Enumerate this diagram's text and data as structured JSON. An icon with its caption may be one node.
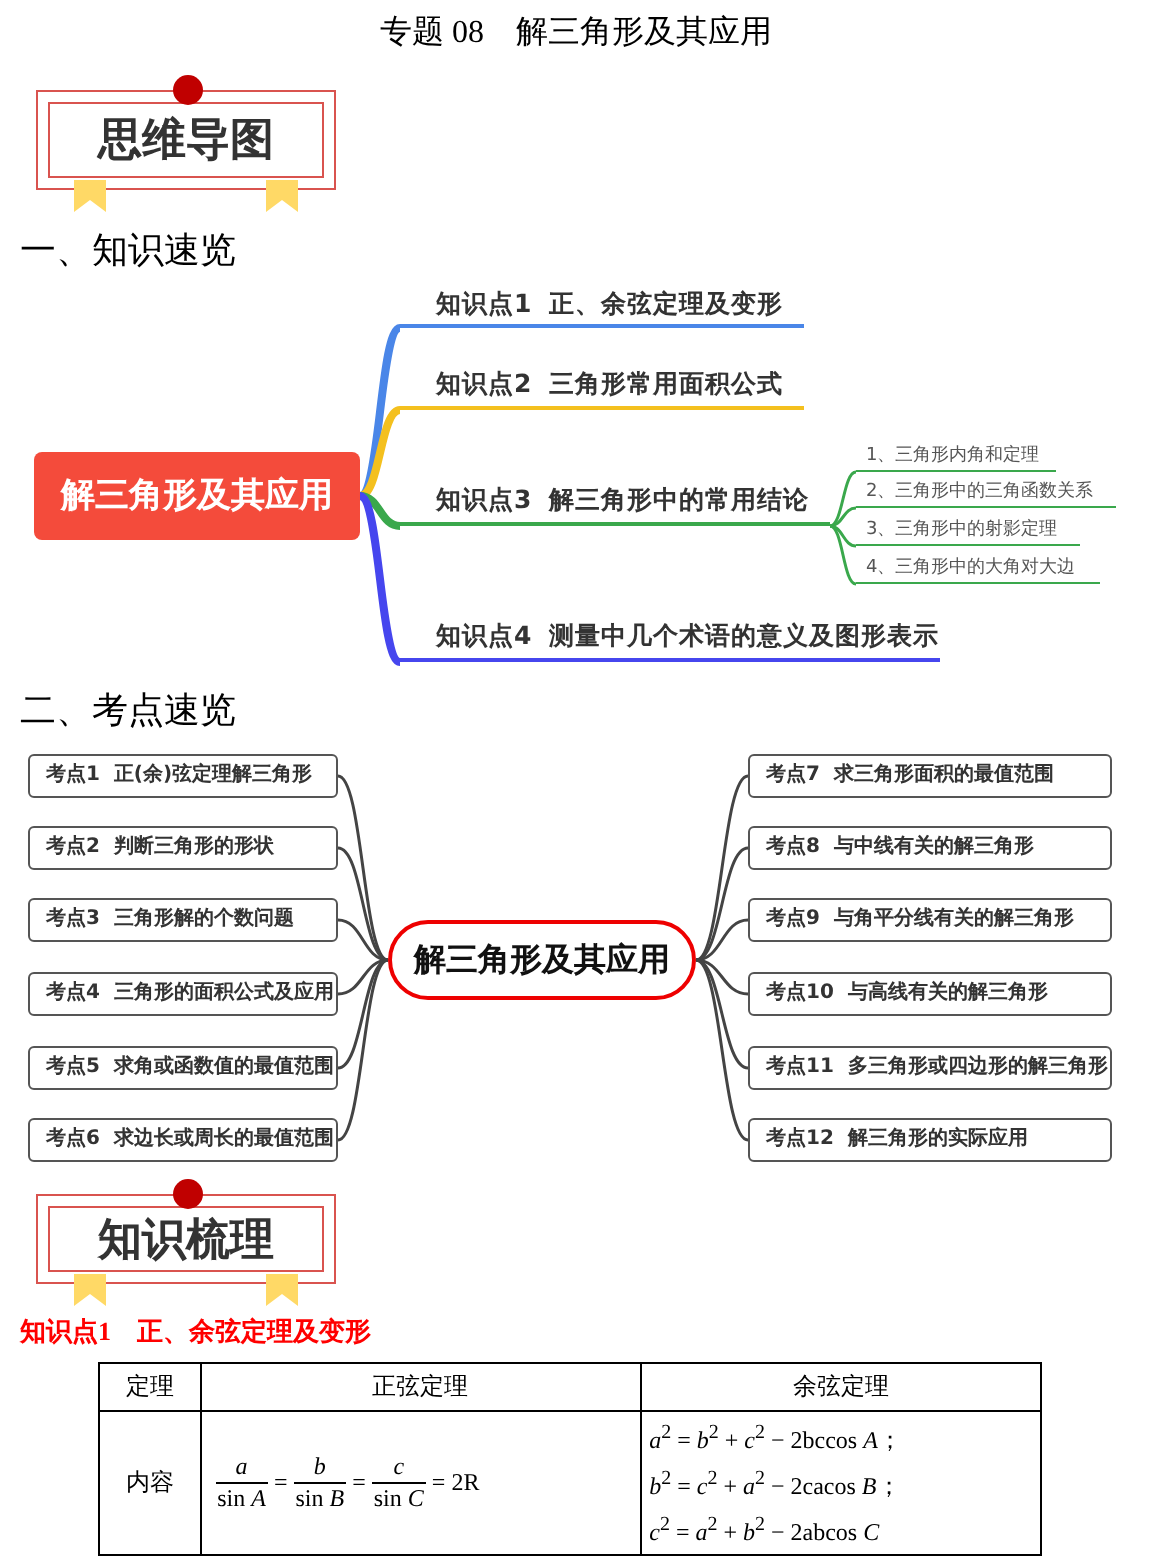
{
  "diagram": {
    "title": "专题 08　解三角形及其应用",
    "nodes": [
      {
        "text": [
          "思维导图"
        ]
      },
      {
        "text": [
          "解三角形及其应用"
        ]
      },
      {
        "text": [
          "知识点1  正、余弦定理及变形"
        ]
      },
      {
        "text": [
          "知识点2  三角形常用面积公式"
        ]
      },
      {
        "text": [
          "知识点3  解三角形中的常用结论"
        ]
      },
      {
        "text": [
          "知识点4  测量中几个术语的意义及图形表示"
        ]
      },
      {
        "text": [
          "1、三角形内角和定理"
        ]
      },
      {
        "text": [
          "2、三角形中的三角函数关系"
        ]
      },
      {
        "text": [
          "3、三角形中的射影定理"
        ]
      },
      {
        "text": [
          "4、三角形中的大角对大边"
        ]
      },
      {
        "text": [
          "解三角形及其应用"
        ]
      },
      {
        "text": [
          "考点1  正(余)弦定理解三角形"
        ]
      },
      {
        "text": [
          "考点2  判断三角形的形状"
        ]
      },
      {
        "text": [
          "考点3  三角形解的个数问题"
        ]
      },
      {
        "text": [
          "考点4  三角形的面积公式及应用"
        ]
      },
      {
        "text": [
          "考点5  求角或函数值的最值范围"
        ]
      },
      {
        "text": [
          "考点6  求边长或周长的最值范围"
        ]
      },
      {
        "text": [
          "考点7  求三角形面积的最值范围"
        ]
      },
      {
        "text": [
          "考点8  与中线有关的解三角形"
        ]
      },
      {
        "text": [
          "考点9  与角平分线有关的解三角形"
        ]
      },
      {
        "text": [
          "考点10  与高线有关的解三角形"
        ]
      },
      {
        "text": [
          "考点11  多三角形或四边形的解三角形"
        ]
      },
      {
        "text": [
          "考点12  解三角形的实际应用"
        ]
      },
      {
        "text": [
          "知识梳理"
        ]
      }
    ],
    "edges": [
      {
        "from": 1,
        "to": 2,
        "arrow": "none",
        "style": "thick",
        "color": "#4a86e8"
      },
      {
        "from": 1,
        "to": 3,
        "arrow": "none",
        "style": "thick",
        "color": "#f4c01e"
      },
      {
        "from": 1,
        "to": 4,
        "arrow": "none",
        "style": "thick",
        "color": "#3aa84c"
      },
      {
        "from": 1,
        "to": 5,
        "arrow": "none",
        "style": "thick",
        "color": "#4646ee"
      },
      {
        "from": 4,
        "to": 6,
        "arrow": "none",
        "color": "#3aa84c"
      },
      {
        "from": 4,
        "to": 7,
        "arrow": "none",
        "color": "#3aa84c"
      },
      {
        "from": 4,
        "to": 8,
        "arrow": "none",
        "color": "#3aa84c"
      },
      {
        "from": 4,
        "to": 9,
        "arrow": "none",
        "color": "#3aa84c"
      },
      {
        "from": 10,
        "to": 11,
        "arrow": "none"
      },
      {
        "from": 10,
        "to": 12,
        "arrow": "none"
      },
      {
        "from": 10,
        "to": 13,
        "arrow": "none"
      },
      {
        "from": 10,
        "to": 14,
        "arrow": "none"
      },
      {
        "from": 10,
        "to": 15,
        "arrow": "none"
      },
      {
        "from": 10,
        "to": 16,
        "arrow": "none"
      },
      {
        "from": 10,
        "to": 17,
        "arrow": "none"
      },
      {
        "from": 10,
        "to": 18,
        "arrow": "none"
      },
      {
        "from": 10,
        "to": 19,
        "arrow": "none"
      },
      {
        "from": 10,
        "to": 20,
        "arrow": "none"
      },
      {
        "from": 10,
        "to": 21,
        "arrow": "none"
      },
      {
        "from": 10,
        "to": 22,
        "arrow": "none"
      }
    ],
    "labels": [
      "一、知识速览",
      "二、考点速览",
      "知识点1　正、余弦定理及变形",
      "定理",
      "正弦定理",
      "余弦定理",
      "内容",
      "*a*",
      "sin *A*",
      "=",
      "*b*",
      "sin *B*",
      "=",
      "*c*",
      "sin *C*",
      "= 2R",
      "*a*$^{2}$ = *b*$^{2}$ + *c*$^{2}$ − 2bccos *A*；",
      "*b*$^{2}$ = *c*$^{2}$ + *a*$^{2}$ − 2cacos *B*；",
      "*c*$^{2}$ = *a*$^{2}$ + *b*$^{2}$ − 2abcos *C*"
    ]
  }
}
